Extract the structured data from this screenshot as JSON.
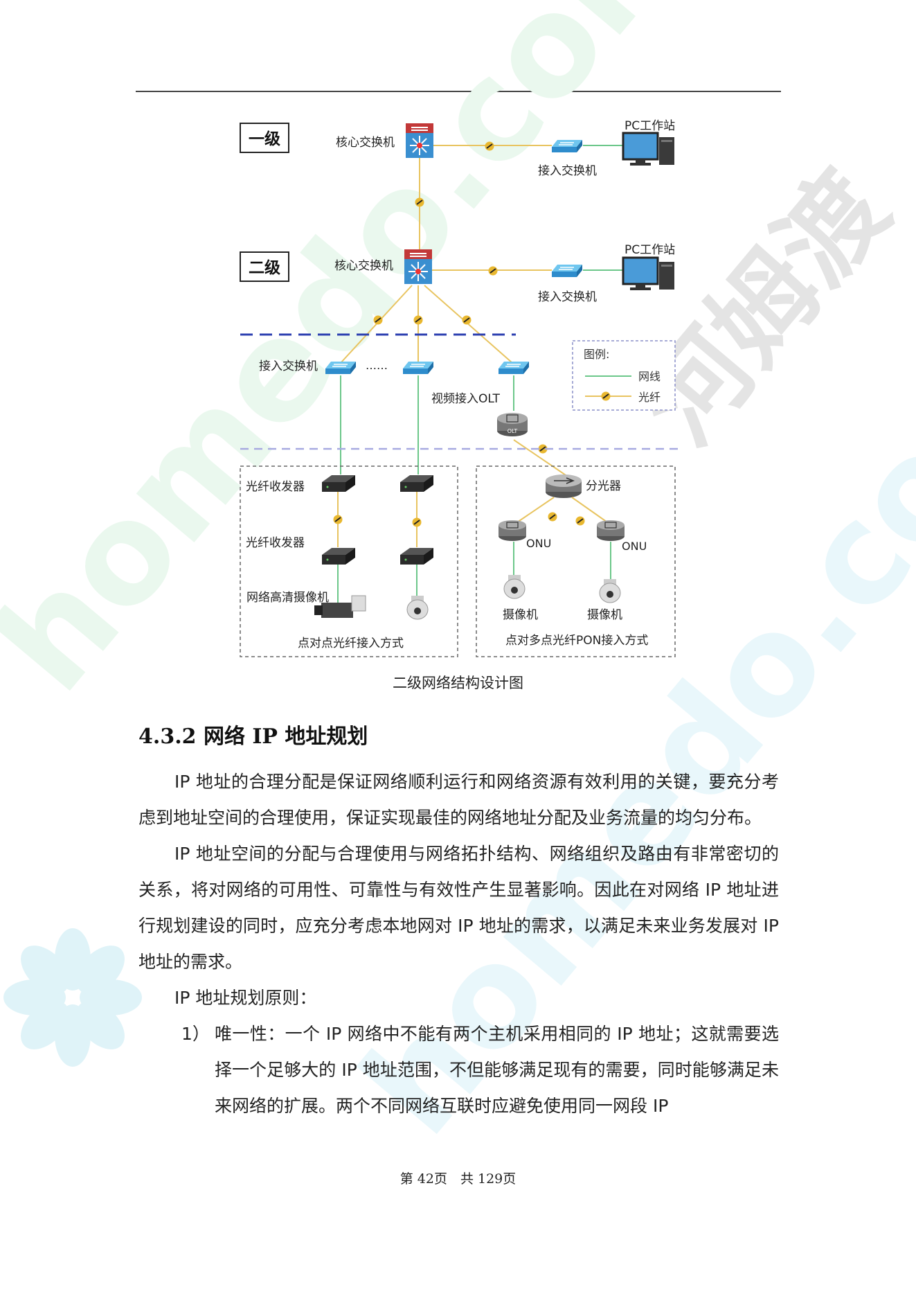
{
  "diagram": {
    "level1": "一级",
    "level2": "二级",
    "core_switch": "核心交换机",
    "access_switch": "接入交换机",
    "pc_workstation": "PC工作站",
    "access_switch_left": "接入交换机",
    "ellipsis": "……",
    "video_olt": "视频接入OLT",
    "olt_tag": "OLT",
    "legend_title": "图例:",
    "legend_cable": "网线",
    "legend_fiber": "光纤",
    "fiber_transceiver": "光纤收发器",
    "hd_camera": "网络高清摄像机",
    "p2p_caption": "点对点光纤接入方式",
    "splitter": "分光器",
    "onu": "ONU",
    "camera": "摄像机",
    "p2mp_caption": "点对多点光纤PON接入方式"
  },
  "caption": "二级网络结构设计图",
  "heading": "4.3.2 网络 IP 地址规划",
  "paragraphs": [
    "IP 地址的合理分配是保证网络顺利运行和网络资源有效利用的关键，要充分考虑到地址空间的合理使用，保证实现最佳的网络地址分配及业务流量的均匀分布。",
    "IP 地址空间的分配与合理使用与网络拓扑结构、网络组织及路由有非常密切的关系，将对网络的可用性、可靠性与有效性产生显著影响。因此在对网络 IP 地址进行规划建设的同时，应充分考虑本地网对 IP 地址的需求，以满足未来业务发展对 IP 地址的需求。",
    "IP 地址规划原则："
  ],
  "list": [
    {
      "num": "1）",
      "text": "唯一性：一个 IP 网络中不能有两个主机采用相同的 IP 地址；这就需要选择一个足够大的 IP 地址范围，不但能够满足现有的需要，同时能够满足未来网络的扩展。两个不同网络互联时应避免使用同一网段 IP"
    }
  ],
  "footer": "第 42页　共 129页",
  "watermark": {
    "text1": "homedo.com",
    "text2": "河姆渡"
  },
  "colors": {
    "fiber": "#e8c460",
    "cable": "#6cc78a",
    "dash_blue": "#2c3fb0",
    "dash_light": "#a7a9e0",
    "watermark": "#e6f7ea"
  }
}
